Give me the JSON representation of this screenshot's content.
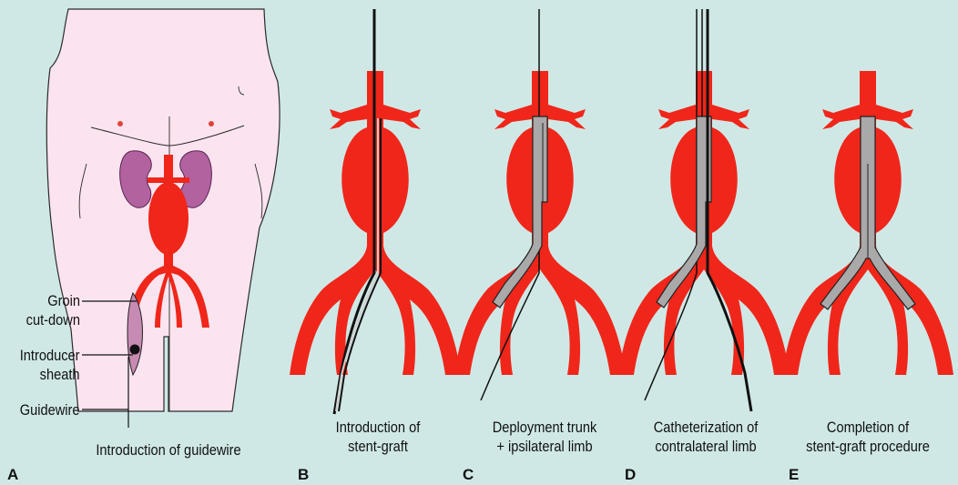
{
  "figure": {
    "colors": {
      "background": "#cfe8e6",
      "skin": "#fbe4ef",
      "artery": "#f0261a",
      "kidney": "#b1629f",
      "graft": "#a9a9a9",
      "wire": "#111111"
    },
    "panel_a": {
      "letter": "A",
      "callouts": [
        {
          "line1": "Groin",
          "line2": "cut-down"
        },
        {
          "line1": "Introducer",
          "line2": "sheath"
        },
        {
          "line1": "Guidewire",
          "line2": ""
        }
      ],
      "caption": "Introduction of guidewire"
    },
    "panels": [
      {
        "letter": "B",
        "caption_line1": "Introduction of",
        "caption_line2": "stent-graft"
      },
      {
        "letter": "C",
        "caption_line1": "Deployment trunk",
        "caption_line2": "+ ipsilateral limb"
      },
      {
        "letter": "D",
        "caption_line1": "Catheterization of",
        "caption_line2": "contralateral limb"
      },
      {
        "letter": "E",
        "caption_line1": "Completion of",
        "caption_line2": "stent-graft procedure"
      }
    ]
  }
}
